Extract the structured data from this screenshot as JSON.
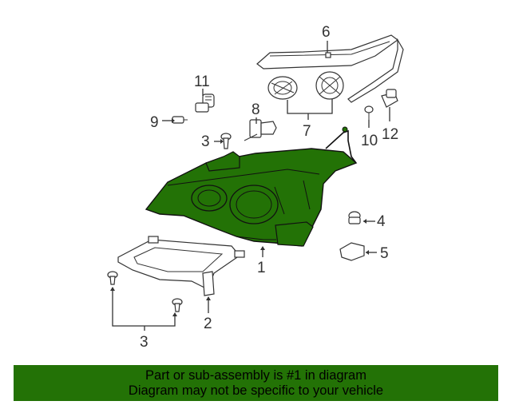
{
  "callouts": {
    "c1": "1",
    "c2": "2",
    "c3a": "3",
    "c3b": "3",
    "c4": "4",
    "c5": "5",
    "c6": "6",
    "c7": "7",
    "c8": "8",
    "c9": "9",
    "c10": "10",
    "c11": "11",
    "c12": "12"
  },
  "banner": {
    "line1": "Part or sub-assembly is #1 in diagram",
    "line2": "Diagram may not be specific to your vehicle"
  },
  "colors": {
    "highlight": "#237206",
    "lines": "#333333",
    "background": "#ffffff"
  }
}
